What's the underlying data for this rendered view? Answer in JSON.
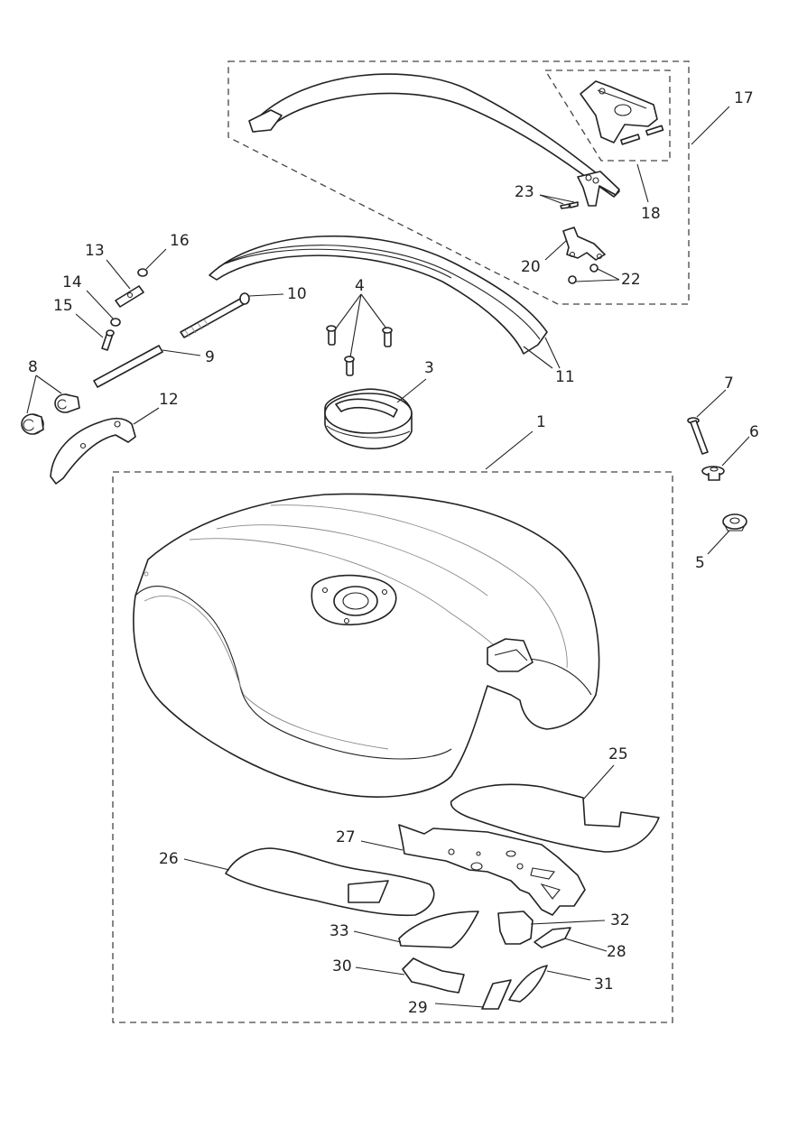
{
  "callouts": [
    {
      "id": "c1",
      "text": "1"
    },
    {
      "id": "c3",
      "text": "3"
    },
    {
      "id": "c4",
      "text": "4"
    },
    {
      "id": "c5",
      "text": "5"
    },
    {
      "id": "c6",
      "text": "6"
    },
    {
      "id": "c7",
      "text": "7"
    },
    {
      "id": "c8",
      "text": "8"
    },
    {
      "id": "c9",
      "text": "9"
    },
    {
      "id": "c10",
      "text": "10"
    },
    {
      "id": "c11",
      "text": "11"
    },
    {
      "id": "c12",
      "text": "12"
    },
    {
      "id": "c13",
      "text": "13"
    },
    {
      "id": "c14",
      "text": "14"
    },
    {
      "id": "c15",
      "text": "15"
    },
    {
      "id": "c16",
      "text": "16"
    },
    {
      "id": "c17",
      "text": "17"
    },
    {
      "id": "c18",
      "text": "18"
    },
    {
      "id": "c20",
      "text": "20"
    },
    {
      "id": "c22",
      "text": "22"
    },
    {
      "id": "c23",
      "text": "23"
    },
    {
      "id": "c25",
      "text": "25"
    },
    {
      "id": "c26",
      "text": "26"
    },
    {
      "id": "c27",
      "text": "27"
    },
    {
      "id": "c28",
      "text": "28"
    },
    {
      "id": "c29",
      "text": "29"
    },
    {
      "id": "c30",
      "text": "30"
    },
    {
      "id": "c31",
      "text": "31"
    },
    {
      "id": "c32",
      "text": "32"
    },
    {
      "id": "c33",
      "text": "33"
    }
  ]
}
